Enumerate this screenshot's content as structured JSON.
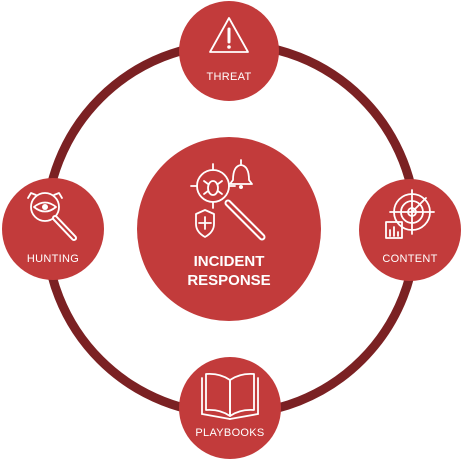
{
  "colors": {
    "node_fill": "#c23b3b",
    "ring_stroke": "#7b2123",
    "text": "#ffffff",
    "background": "#ffffff"
  },
  "center": {
    "line1": "INCIDENT",
    "line2": "RESPONSE",
    "icon": "bug-magnifier-shield-bell-icon"
  },
  "nodes": [
    {
      "id": "threat",
      "label": "THREAT",
      "icon": "warning-triangle-icon"
    },
    {
      "id": "content",
      "label": "CONTENT",
      "icon": "radar-chart-icon"
    },
    {
      "id": "playbooks",
      "label": "PLAYBOOKS",
      "icon": "open-book-icon"
    },
    {
      "id": "hunting",
      "label": "HUNTING",
      "icon": "eye-magnifier-icon"
    }
  ]
}
